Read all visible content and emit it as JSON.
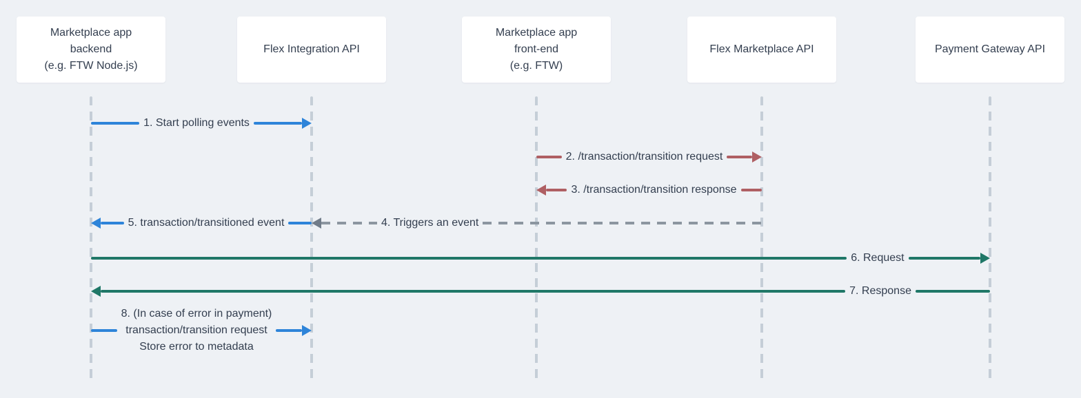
{
  "diagram": {
    "type": "sequence-diagram",
    "actors": [
      {
        "id": "marketplace-backend",
        "label": "Marketplace app\nbackend\n(e.g. FTW Node.js)"
      },
      {
        "id": "flex-integration-api",
        "label": "Flex Integration API"
      },
      {
        "id": "marketplace-frontend",
        "label": "Marketplace app\nfront-end\n(e.g. FTW)"
      },
      {
        "id": "flex-marketplace-api",
        "label": "Flex Marketplace API"
      },
      {
        "id": "payment-gateway-api",
        "label": "Payment Gateway API"
      }
    ],
    "messages": [
      {
        "label": "1. Start polling events",
        "from": "marketplace-backend",
        "to": "flex-integration-api",
        "direction": "right",
        "line": "solid",
        "color": "#2e84d9"
      },
      {
        "label": "2. /transaction/transition request",
        "from": "marketplace-frontend",
        "to": "flex-marketplace-api",
        "direction": "right",
        "line": "solid",
        "color": "#af5f63"
      },
      {
        "label": "3. /transaction/transition response",
        "from": "flex-marketplace-api",
        "to": "marketplace-frontend",
        "direction": "left",
        "line": "solid",
        "color": "#af5f63"
      },
      {
        "label": "4. Triggers an event",
        "from": "flex-marketplace-api",
        "to": "flex-integration-api",
        "direction": "left",
        "line": "dashed",
        "color": "#8c96a0"
      },
      {
        "label": "5. transaction/transitioned event",
        "from": "flex-integration-api",
        "to": "marketplace-backend",
        "direction": "left",
        "line": "solid",
        "color": "#2e84d9"
      },
      {
        "label": "6. Request",
        "from": "marketplace-backend",
        "to": "payment-gateway-api",
        "direction": "right",
        "line": "solid",
        "color": "#1f7767"
      },
      {
        "label": "7. Response",
        "from": "payment-gateway-api",
        "to": "marketplace-backend",
        "direction": "left",
        "line": "solid",
        "color": "#1f7767"
      },
      {
        "label_line1": "8. (In case of error in payment)",
        "label_line2": "transaction/transition request",
        "label_line3": "Store error to metadata",
        "from": "marketplace-backend",
        "to": "flex-integration-api",
        "direction": "right",
        "line": "solid",
        "color": "#2e84d9"
      }
    ],
    "colors": {
      "background": "#eef1f5",
      "actor_box": "#ffffff",
      "text": "#333e4f",
      "blue_message": "#2e84d9",
      "red_message": "#af5f63",
      "green_message": "#1f7767",
      "gray_dashed_message": "#8c96a0",
      "lifeline": "#c5ced7"
    }
  }
}
